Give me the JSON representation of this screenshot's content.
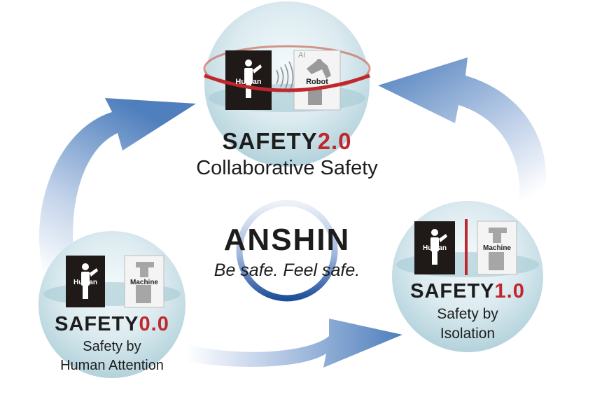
{
  "colors": {
    "arrow": "#4f7fbd",
    "accent_red": "#c0272d",
    "circle_light": "#e9f4f7",
    "circle_dark": "#9ec4cf",
    "human_panel": "#1f1a18",
    "machine_panel": "#f2f2f2",
    "ring_blue": "#1f4f9a"
  },
  "center": {
    "brand": "ANSHIN",
    "tagline": "Be safe. Feel safe."
  },
  "stages": {
    "safety20": {
      "prefix": "SAFETY",
      "version": "2.0",
      "subtitle": "Collaborative Safety",
      "human_label": "Human",
      "machine_label": "Robot",
      "ai_label": "AI"
    },
    "safety10": {
      "prefix": "SAFETY",
      "version": "1.0",
      "subtitle_line1": "Safety by",
      "subtitle_line2": "Isolation",
      "human_label": "Human",
      "machine_label": "Machine"
    },
    "safety00": {
      "prefix": "SAFETY",
      "version": "0.0",
      "subtitle_line1": "Safety by",
      "subtitle_line2": "Human Attention",
      "human_label": "Human",
      "machine_label": "Machine"
    }
  },
  "icons": {
    "cycle_arrows": "curved-arrow-icon",
    "human": "human-figure-icon",
    "machine": "machine-icon",
    "robot": "robot-arm-icon",
    "sensor_waves": "sensor-waves-icon"
  }
}
